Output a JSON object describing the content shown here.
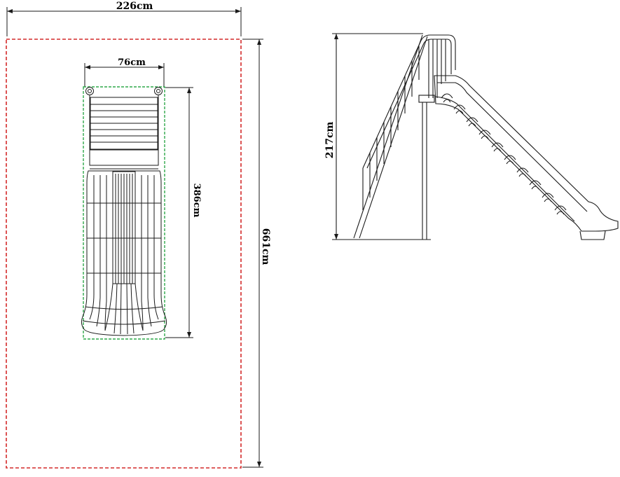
{
  "dimensions": {
    "overall_width": "226cm",
    "overall_length": "661cm",
    "slide_width": "76cm",
    "slide_length": "386cm",
    "platform_height": "217cm"
  },
  "colors": {
    "safety_zone": "#d42a2a",
    "footprint": "#2fa84a",
    "line": "#1a1a1a",
    "background": "#ffffff"
  }
}
